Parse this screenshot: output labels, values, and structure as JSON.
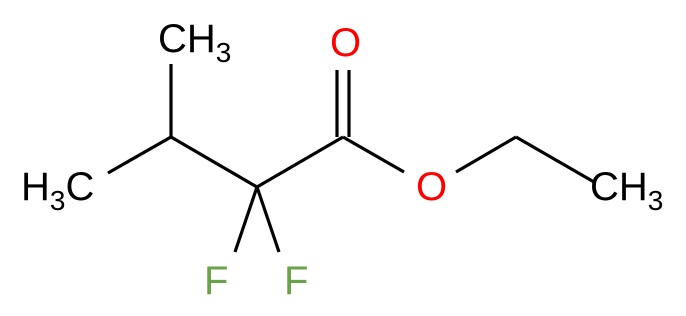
{
  "molecule": {
    "colors": {
      "bond": "#000000",
      "carbon": "#000000",
      "oxygen": "#ff0000",
      "fluorine": "#6ba34a"
    },
    "labels": {
      "methyl_top": {
        "element": "CH",
        "subscript": "3"
      },
      "methyl_left": {
        "element_h": "H",
        "subscript": "3",
        "element_c": "C"
      },
      "methyl_right": {
        "element": "CH",
        "subscript": "3"
      },
      "carbonyl_oxygen": "O",
      "ester_oxygen": "O",
      "fluorine_left": "F",
      "fluorine_right": "F"
    }
  }
}
